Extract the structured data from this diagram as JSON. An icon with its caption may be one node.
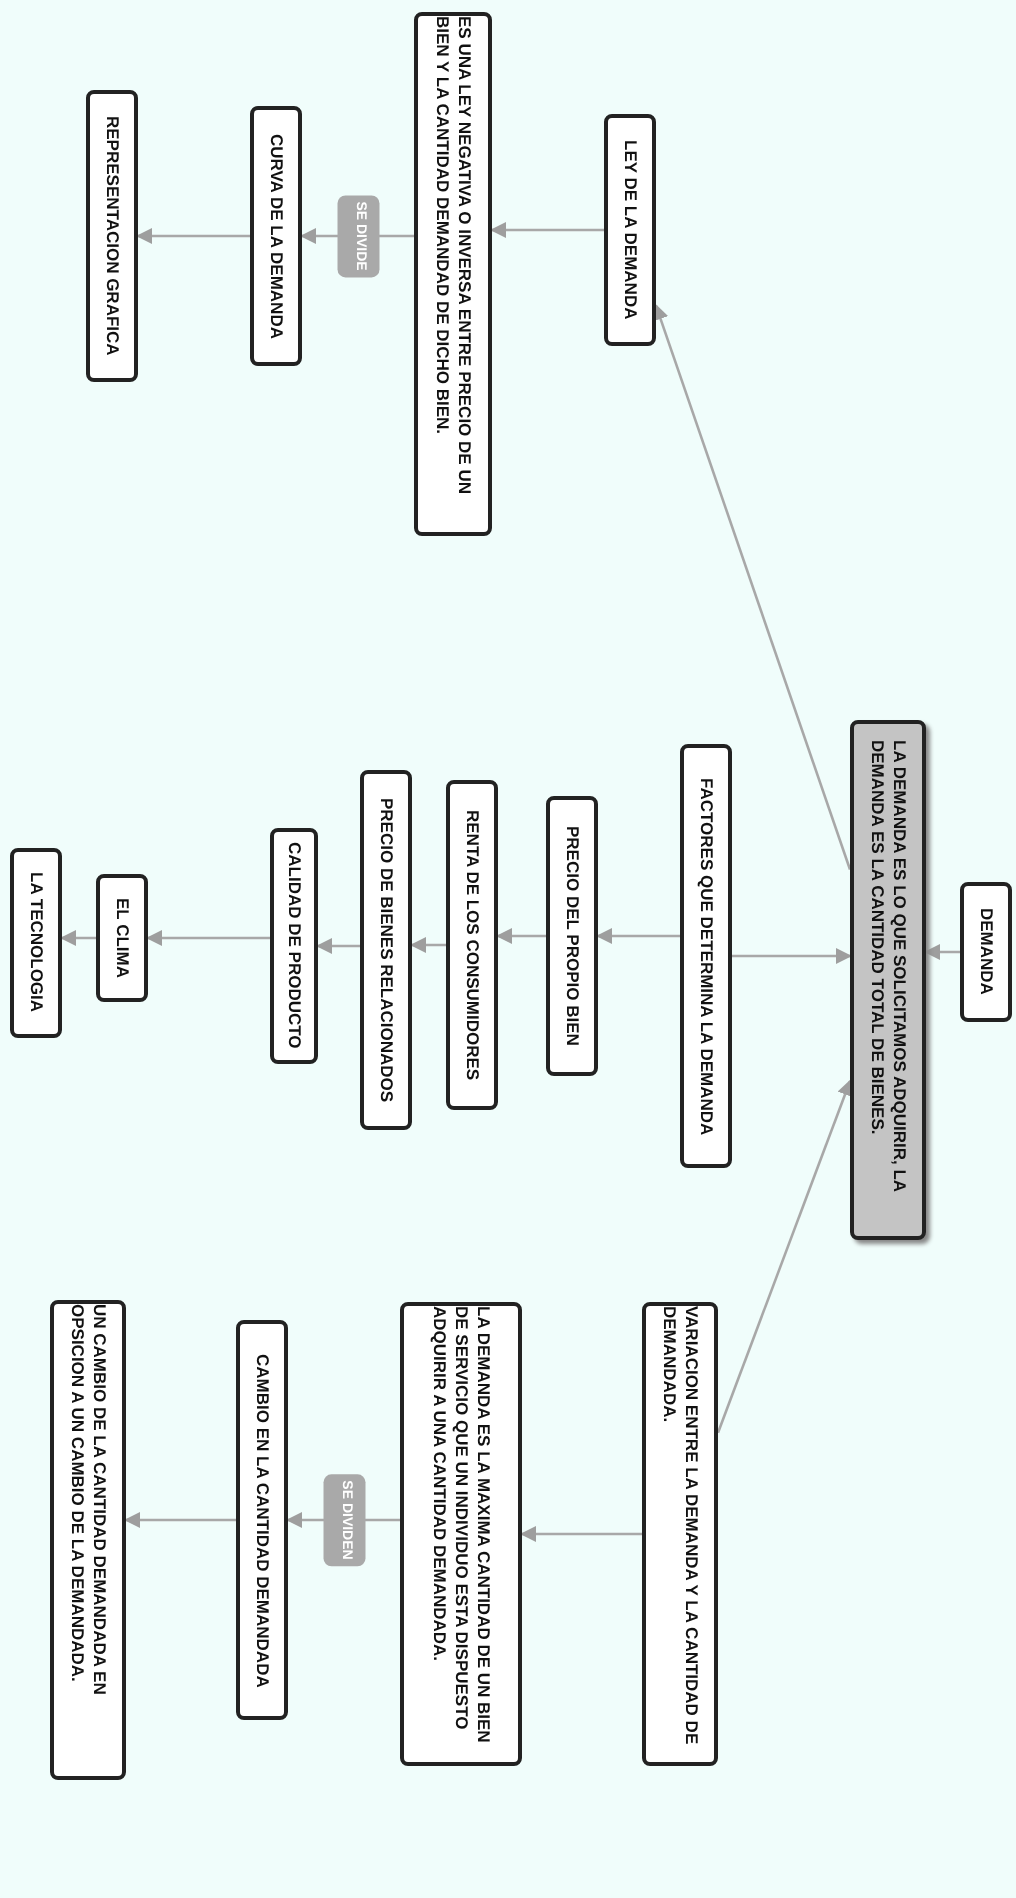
{
  "diagram": {
    "nodes": [
      {
        "text": [
          "DEMANDA"
        ]
      },
      {
        "text": [
          "LA DEMANDA ES LO QUE SOLICITAMOS ADQUIRIR, LA DEMANDA ES LA CANTIDAD TOTAL DE BIENES."
        ]
      },
      {
        "text": [
          "LEY DE LA DEMANDA"
        ]
      },
      {
        "text": [
          "ES UNA LEY NEGATIVA O INVERSA ENTRE PRECIO DE UN BIEN Y LA CANTIDAD DEMANDAD DE DICHO BIEN."
        ]
      },
      {
        "text": [
          "CURVA DE LA DEMANDA"
        ]
      },
      {
        "text": [
          "REPRESENTACION GRAFICA"
        ]
      },
      {
        "text": [
          "FACTORES QUE DETERMINA LA DEMANDA"
        ]
      },
      {
        "text": [
          "PRECIO DEL PROPIO BIEN"
        ]
      },
      {
        "text": [
          "RENTA DE LOS CONSUMIDORES"
        ]
      },
      {
        "text": [
          "PRECIO DE BIENES RELACIONADOS"
        ]
      },
      {
        "text": [
          "CALIDAD DE PRODUCTO"
        ]
      },
      {
        "text": [
          "EL CLIMA"
        ]
      },
      {
        "text": [
          "LA TECNOLOGIA"
        ]
      },
      {
        "text": [
          "VARIACION ENTRE LA DEMANDA Y LA CANTIDAD DE DEMANDADA."
        ]
      },
      {
        "text": [
          "LA DEMANDA ES LA MAXIMA CANTIDAD DE UN BIEN DE SERVICIO QUE UN INDIVIDUO ESTA DISPUESTO ADQUIRIR A UNA CANTIDAD DEMANDADA."
        ]
      },
      {
        "text": [
          "CAMBIO EN LA CANTIDAD DEMANDADA"
        ]
      },
      {
        "text": [
          "UN CAMBIO DE LA CANTIDAD DEMANDADA EN OPSICION A UN CAMBIO DE LA DEMANDADA."
        ]
      }
    ],
    "edges": [
      {
        "from": 0,
        "to": 1,
        "arrow": "to"
      },
      {
        "from": 1,
        "to": 2,
        "arrow": "to"
      },
      {
        "from": 6,
        "to": 1,
        "arrow": "to"
      },
      {
        "from": 13,
        "to": 1,
        "arrow": "to"
      },
      {
        "from": 2,
        "to": 3,
        "arrow": "to"
      },
      {
        "from": 3,
        "to": 4,
        "arrow": "to",
        "label": "SE DIVIDE"
      },
      {
        "from": 4,
        "to": 5,
        "arrow": "to"
      },
      {
        "from": 6,
        "to": 7,
        "arrow": "to"
      },
      {
        "from": 7,
        "to": 8,
        "arrow": "to"
      },
      {
        "from": 8,
        "to": 9,
        "arrow": "to"
      },
      {
        "from": 9,
        "to": 10,
        "arrow": "to"
      },
      {
        "from": 10,
        "to": 11,
        "arrow": "to"
      },
      {
        "from": 11,
        "to": 12,
        "arrow": "to"
      },
      {
        "from": 13,
        "to": 14,
        "arrow": "to"
      },
      {
        "from": 14,
        "to": 15,
        "arrow": "to",
        "label": "SE DIVIDEN"
      },
      {
        "from": 15,
        "to": 16,
        "arrow": "to"
      }
    ]
  }
}
